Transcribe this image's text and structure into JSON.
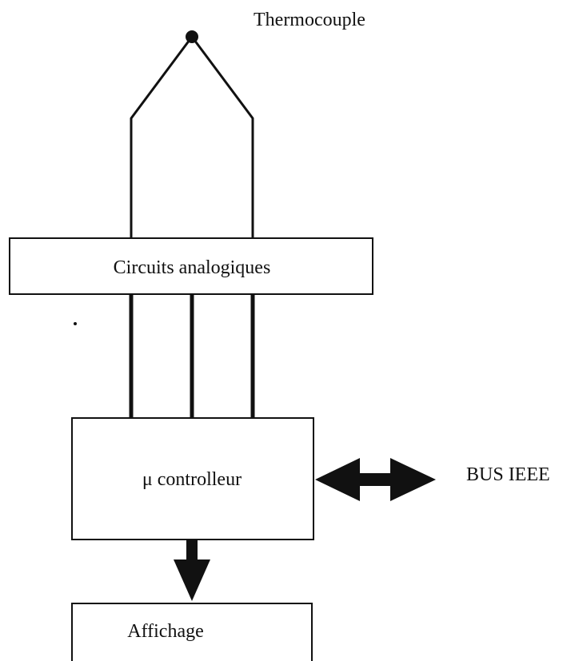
{
  "diagram": {
    "thermocouple_label": "Thermocouple",
    "analog_block_label": "Circuits analogiques",
    "micro_block_label": "μ controlleur",
    "bus_label": "BUS IEEE",
    "display_block_label": "Affichage"
  },
  "colors": {
    "ink": "#111111",
    "background": "#ffffff"
  }
}
